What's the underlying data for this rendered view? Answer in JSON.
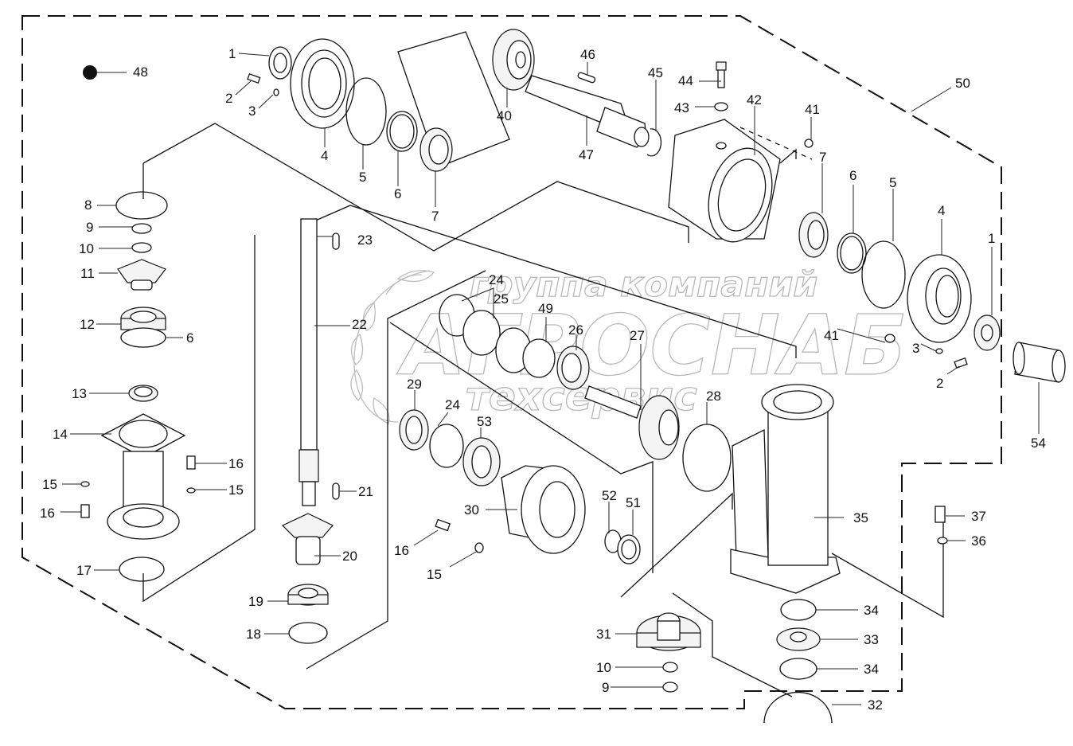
{
  "diagram": {
    "kind": "exploded parts diagram (gearbox assembly)",
    "colors": {
      "line": "#111111",
      "background": "#ffffff",
      "watermark": "#b8b8b8"
    },
    "watermark": {
      "line1": "группа компаний",
      "line2": "АГРОСНАБ",
      "line3": "техсервис",
      "logo": "laurel-wreath-icon"
    },
    "callouts": [
      {
        "id": "c1a",
        "text": "1"
      },
      {
        "id": "c2a",
        "text": "2"
      },
      {
        "id": "c3a",
        "text": "3"
      },
      {
        "id": "c4a",
        "text": "4"
      },
      {
        "id": "c5a",
        "text": "5"
      },
      {
        "id": "c6a",
        "text": "6"
      },
      {
        "id": "c7a",
        "text": "7"
      },
      {
        "id": "c40",
        "text": "40"
      },
      {
        "id": "c46",
        "text": "46"
      },
      {
        "id": "c47",
        "text": "47"
      },
      {
        "id": "c45",
        "text": "45"
      },
      {
        "id": "c44",
        "text": "44"
      },
      {
        "id": "c43",
        "text": "43"
      },
      {
        "id": "c42",
        "text": "42"
      },
      {
        "id": "c41a",
        "text": "41"
      },
      {
        "id": "c50",
        "text": "50"
      },
      {
        "id": "c7b",
        "text": "7"
      },
      {
        "id": "c6b",
        "text": "6"
      },
      {
        "id": "c5b",
        "text": "5"
      },
      {
        "id": "c4b",
        "text": "4"
      },
      {
        "id": "c1b",
        "text": "1"
      },
      {
        "id": "c41b",
        "text": "41"
      },
      {
        "id": "c3b",
        "text": "3"
      },
      {
        "id": "c2b",
        "text": "2"
      },
      {
        "id": "c54",
        "text": "54"
      },
      {
        "id": "c48",
        "text": "48"
      },
      {
        "id": "c8",
        "text": "8"
      },
      {
        "id": "c9a",
        "text": "9"
      },
      {
        "id": "c10a",
        "text": "10"
      },
      {
        "id": "c11",
        "text": "11"
      },
      {
        "id": "c12",
        "text": "12"
      },
      {
        "id": "c6c",
        "text": "6"
      },
      {
        "id": "c13",
        "text": "13"
      },
      {
        "id": "c14",
        "text": "14"
      },
      {
        "id": "c16a",
        "text": "16"
      },
      {
        "id": "c15a",
        "text": "15"
      },
      {
        "id": "c15b",
        "text": "15"
      },
      {
        "id": "c16b",
        "text": "16"
      },
      {
        "id": "c17",
        "text": "17"
      },
      {
        "id": "c23",
        "text": "23"
      },
      {
        "id": "c22",
        "text": "22"
      },
      {
        "id": "c21",
        "text": "21"
      },
      {
        "id": "c20",
        "text": "20"
      },
      {
        "id": "c19",
        "text": "19"
      },
      {
        "id": "c18",
        "text": "18"
      },
      {
        "id": "c24a",
        "text": "24"
      },
      {
        "id": "c25",
        "text": "25"
      },
      {
        "id": "c49",
        "text": "49"
      },
      {
        "id": "c26",
        "text": "26"
      },
      {
        "id": "c27",
        "text": "27"
      },
      {
        "id": "c29",
        "text": "29"
      },
      {
        "id": "c24b",
        "text": "24"
      },
      {
        "id": "c53",
        "text": "53"
      },
      {
        "id": "c28",
        "text": "28"
      },
      {
        "id": "c30",
        "text": "30"
      },
      {
        "id": "c52",
        "text": "52"
      },
      {
        "id": "c51",
        "text": "51"
      },
      {
        "id": "c16c",
        "text": "16"
      },
      {
        "id": "c15c",
        "text": "15"
      },
      {
        "id": "c35",
        "text": "35"
      },
      {
        "id": "c37",
        "text": "37"
      },
      {
        "id": "c36",
        "text": "36"
      },
      {
        "id": "c34a",
        "text": "34"
      },
      {
        "id": "c33",
        "text": "33"
      },
      {
        "id": "c34b",
        "text": "34"
      },
      {
        "id": "c32",
        "text": "32"
      },
      {
        "id": "c31",
        "text": "31"
      },
      {
        "id": "c10b",
        "text": "10"
      },
      {
        "id": "c9b",
        "text": "9"
      }
    ]
  }
}
